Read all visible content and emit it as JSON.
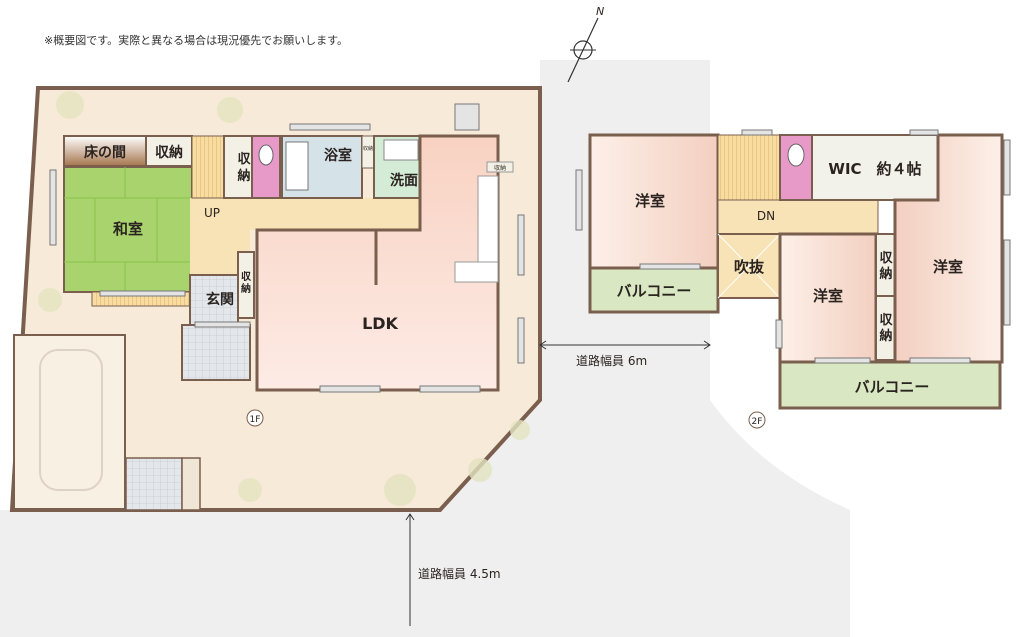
{
  "note": "※概要図です。実際と異なる場合は現況優先でお願いします。",
  "compass": {
    "label": "N"
  },
  "floor1": {
    "badge": "1F",
    "rooms": {
      "tokonoma": "床の間",
      "storage_a": "収納",
      "washitsu": "和室",
      "up": "UP",
      "storage_b1": "収",
      "storage_b2": "納",
      "bath": "浴室",
      "storage_small": "収納",
      "washroom": "洗面",
      "kitchen_storage": "収納",
      "entrance": "玄関",
      "storage_c1": "収",
      "storage_c2": "納",
      "ldk": "LDK"
    }
  },
  "floor2": {
    "badge": "2F",
    "rooms": {
      "western_left": "洋室",
      "balcony_left": "バルコニー",
      "dn": "DN",
      "wic": "WIC　約４帖",
      "fukinuke": "吹抜",
      "western_mid": "洋室",
      "storage_1a": "収",
      "storage_1b": "納",
      "storage_2a": "収",
      "storage_2b": "納",
      "western_right": "洋室",
      "balcony_right": "バルコニー"
    }
  },
  "roads": {
    "east": "道路幅員 6m",
    "south": "道路幅員 4.5m"
  },
  "colors": {
    "wall": "#7a5f4e",
    "lot": "#f7ead8",
    "road": "#efefef",
    "tatami": "#a9d46d",
    "ldk": "#fbe2d6",
    "western": "#f6dccf",
    "balcony": "#d9e8c2",
    "toilet": "#e79ac7",
    "hall": "#f8e3b6"
  }
}
